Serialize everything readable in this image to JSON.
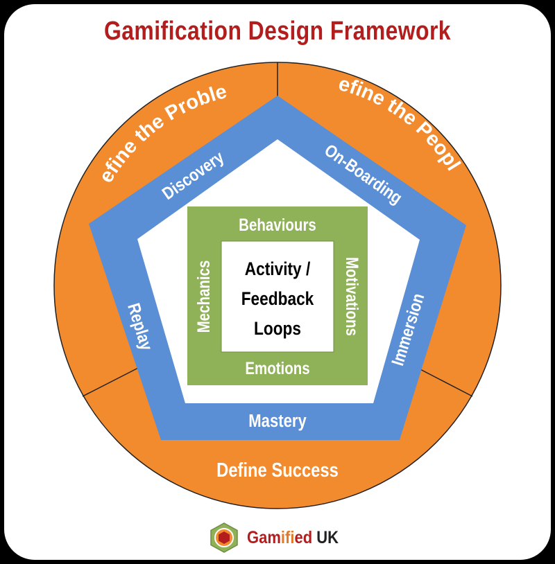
{
  "title": "Gamification Design Framework",
  "colors": {
    "title": "#b21d1d",
    "outer_ring": "#f28a2e",
    "pentagon": "#5a8fd6",
    "square": "#8fb157",
    "background": "#000000",
    "card": "#ffffff"
  },
  "outer_ring": {
    "top_left": "Define the Problem",
    "top_right": "Define the People",
    "bottom": "Define Success"
  },
  "pentagon": {
    "top_left": "Discovery",
    "top_right": "On-Boarding",
    "right": "Immersion",
    "bottom": "Mastery",
    "left": "Replay"
  },
  "square": {
    "top": "Behaviours",
    "right": "Motivations",
    "bottom": "Emotions",
    "left": "Mechanics"
  },
  "core": {
    "line1": "Activity /",
    "line2": "Feedback",
    "line3": "Loops"
  },
  "brand": {
    "icon": "hexagon-logo-icon",
    "part1": "Gam",
    "part2": "ifi",
    "part3": "ed",
    "part4": " UK"
  }
}
